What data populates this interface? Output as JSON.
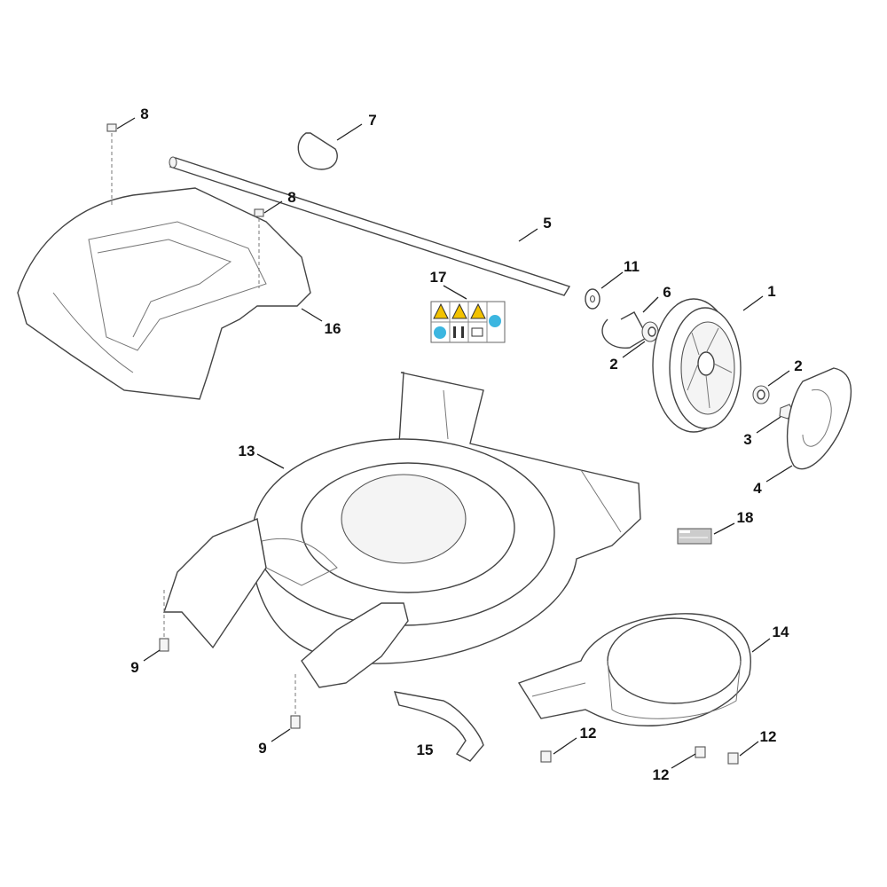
{
  "title": "Lawn mower housing parts diagram",
  "callouts": [
    {
      "number": "8"
    },
    {
      "number": "7"
    },
    {
      "number": "8"
    },
    {
      "number": "5"
    },
    {
      "number": "11"
    },
    {
      "number": "17"
    },
    {
      "number": "6"
    },
    {
      "number": "1"
    },
    {
      "number": "16"
    },
    {
      "number": "2"
    },
    {
      "number": "2"
    },
    {
      "number": "3"
    },
    {
      "number": "13"
    },
    {
      "number": "4"
    },
    {
      "number": "18"
    },
    {
      "number": "14"
    },
    {
      "number": "9"
    },
    {
      "number": "12"
    },
    {
      "number": "12"
    },
    {
      "number": "9"
    },
    {
      "number": "15"
    },
    {
      "number": "12"
    }
  ],
  "colors": {
    "warning": "#f2c200",
    "info": "#3cb6e0",
    "line": "#444444"
  }
}
